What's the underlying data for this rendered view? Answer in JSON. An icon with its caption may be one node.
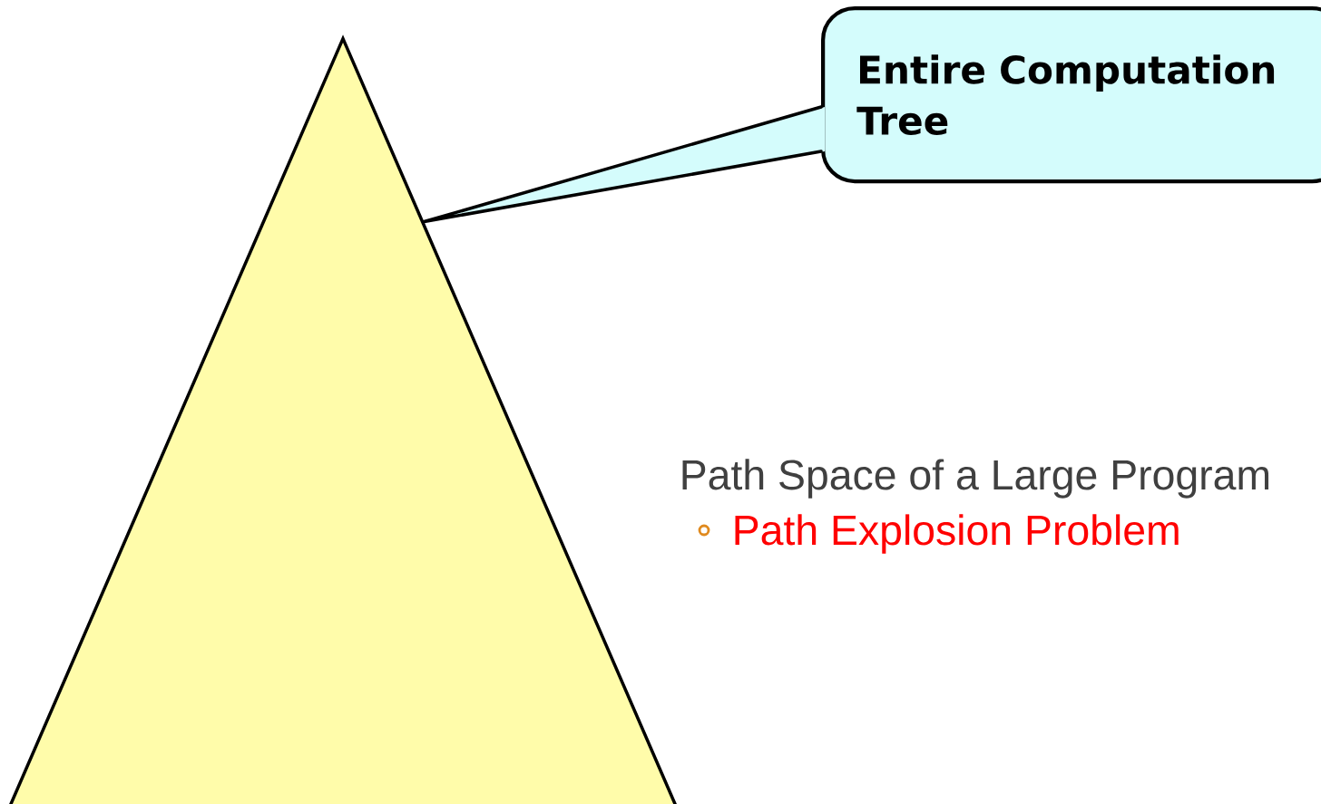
{
  "diagram": {
    "nodes": [
      {
        "text": [],
        "shape": "triangle"
      },
      {
        "text": [
          "Entire Computation Tree"
        ]
      }
    ],
    "edges": [
      {
        "from": 1,
        "to": 0,
        "arrow": "none"
      }
    ],
    "labels": [
      "Path Space of a Large Program",
      "Path Explosion Problem"
    ]
  }
}
